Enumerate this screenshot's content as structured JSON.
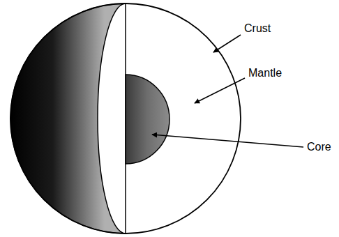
{
  "diagram": {
    "labels": [
      "Crust",
      "Mantle",
      "Core"
    ]
  }
}
